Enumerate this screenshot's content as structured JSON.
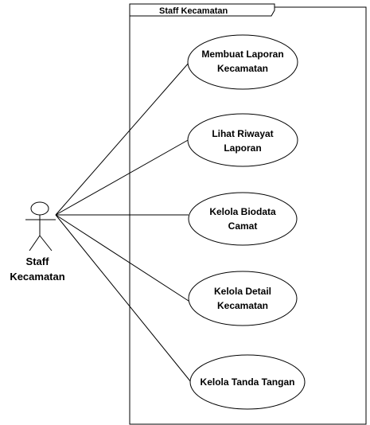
{
  "diagram": {
    "type": "use-case",
    "system_boundary": {
      "label": "Staff Kecamatan"
    },
    "actor": {
      "label_line1": "Staff",
      "label_line2": "Kecamatan"
    },
    "use_cases": [
      {
        "line1": "Membuat Laporan",
        "line2": "Kecamatan"
      },
      {
        "line1": "Lihat Riwayat",
        "line2": "Laporan"
      },
      {
        "line1": "Kelola Biodata",
        "line2": "Camat"
      },
      {
        "line1": "Kelola Detail",
        "line2": "Kecamatan"
      },
      {
        "line1": "Kelola Tanda Tangan",
        "line2": ""
      }
    ]
  }
}
